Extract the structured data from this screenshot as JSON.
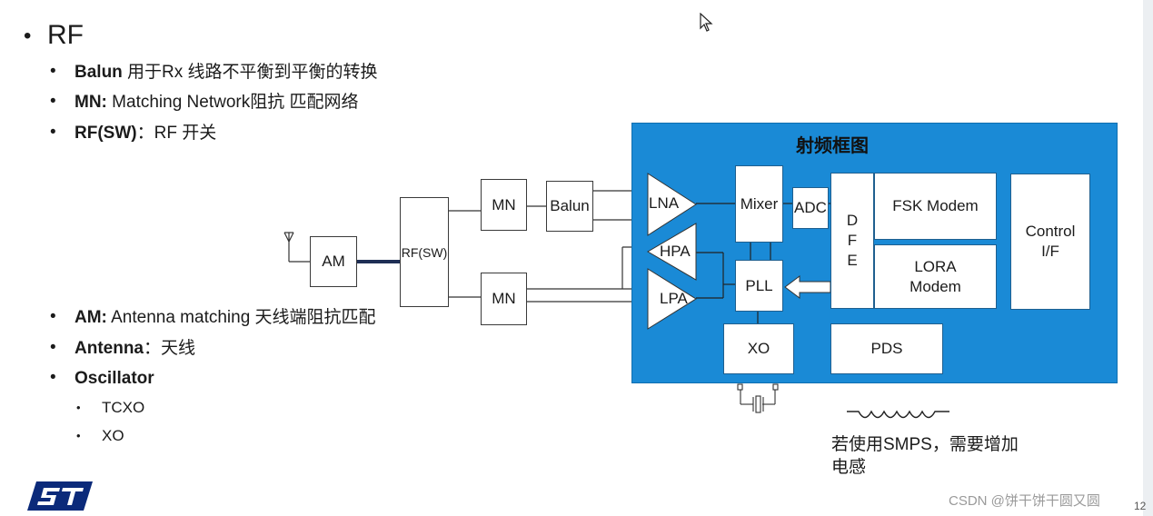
{
  "slide": {
    "title": "RF",
    "bullets_top": [
      {
        "bold": "Balun",
        "text": " 用于Rx 线路不平衡到平衡的转换"
      },
      {
        "bold": "MN:",
        "text": " Matching Network阻抗 匹配网络"
      },
      {
        "bold": "RF(SW)",
        "text": "：RF 开关"
      }
    ],
    "bullets_bottom": [
      {
        "bold": "AM:",
        "text": " Antenna matching 天线端阻抗匹配"
      },
      {
        "bold": "Antenna",
        "text": "：天线"
      },
      {
        "bold": "Oscillator",
        "text": ""
      }
    ],
    "oscillator_items": [
      "TCXO",
      "XO"
    ],
    "page_number": "12",
    "watermark": "CSDN @饼干饼干圆又圆",
    "logo_icon": "st-logo"
  },
  "diagram": {
    "panel_title": "射频框图",
    "left": {
      "am": "AM",
      "rfsw": "RF(SW)",
      "mn_top": "MN",
      "mn_bottom": "MN",
      "balun": "Balun"
    },
    "panel": {
      "lna": "LNA",
      "hpa": "HPA",
      "lpa": "LPA",
      "mixer": "Mixer",
      "adc": "ADC",
      "dfe": [
        "D",
        "F",
        "E"
      ],
      "fsk": "FSK Modem",
      "lora_l1": "LORA",
      "lora_l2": "Modem",
      "control_l1": "Control",
      "control_l2": "I/F",
      "pll": "PLL",
      "xo": "XO",
      "pds": "PDS"
    },
    "smps_note_l1": "若使用SMPS，需要增加",
    "smps_note_l2": "电感"
  },
  "colors": {
    "panel_blue": "#1a8ad6",
    "text": "#1b1b1b",
    "logo_blue": "#0b2a7a"
  }
}
